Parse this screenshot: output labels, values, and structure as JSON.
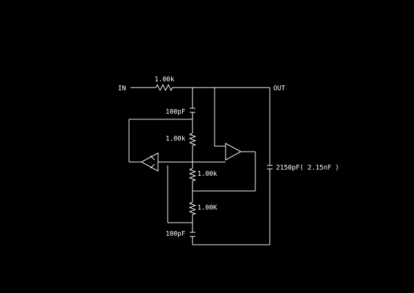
{
  "schematic": {
    "labels": {
      "in": "IN",
      "out": "OUT",
      "r_in": "1.00k",
      "c_top": "100pF",
      "r_mid1": "1.00k",
      "r_mid2": "1.00k",
      "r_bot": "1.00K",
      "c_bot": "100pF",
      "c_out": "2150pF( 2.15nF )"
    },
    "colors": {
      "background": "#000000",
      "wire": "#ffffff",
      "text": "#ffffff"
    }
  }
}
